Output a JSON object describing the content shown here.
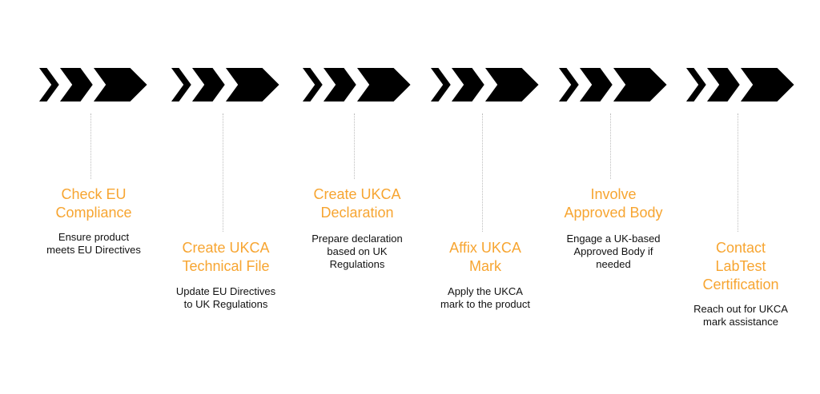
{
  "colors": {
    "accent": "#f7a531",
    "chevron": "#000000",
    "text": "#111111",
    "connector": "#bdbdbd"
  },
  "steps": [
    {
      "title_lines": [
        "Check EU",
        "Compliance"
      ],
      "desc_lines": [
        "Ensure product",
        "meets EU Directives"
      ]
    },
    {
      "title_lines": [
        "Create UKCA",
        "Technical File"
      ],
      "desc_lines": [
        "Update EU Directives",
        "to UK Regulations"
      ]
    },
    {
      "title_lines": [
        "Create UKCA",
        "Declaration"
      ],
      "desc_lines": [
        "Prepare declaration",
        "based on UK",
        "Regulations"
      ]
    },
    {
      "title_lines": [
        "Affix UKCA",
        "Mark"
      ],
      "desc_lines": [
        "Apply the UKCA",
        "mark to the product"
      ]
    },
    {
      "title_lines": [
        "Involve",
        "Approved Body"
      ],
      "desc_lines": [
        "Engage a UK-based",
        "Approved Body if",
        "needed"
      ]
    },
    {
      "title_lines": [
        "Contact",
        "LabTest",
        "Certification"
      ],
      "desc_lines": [
        "Reach out for UKCA",
        "mark assistance"
      ]
    }
  ]
}
